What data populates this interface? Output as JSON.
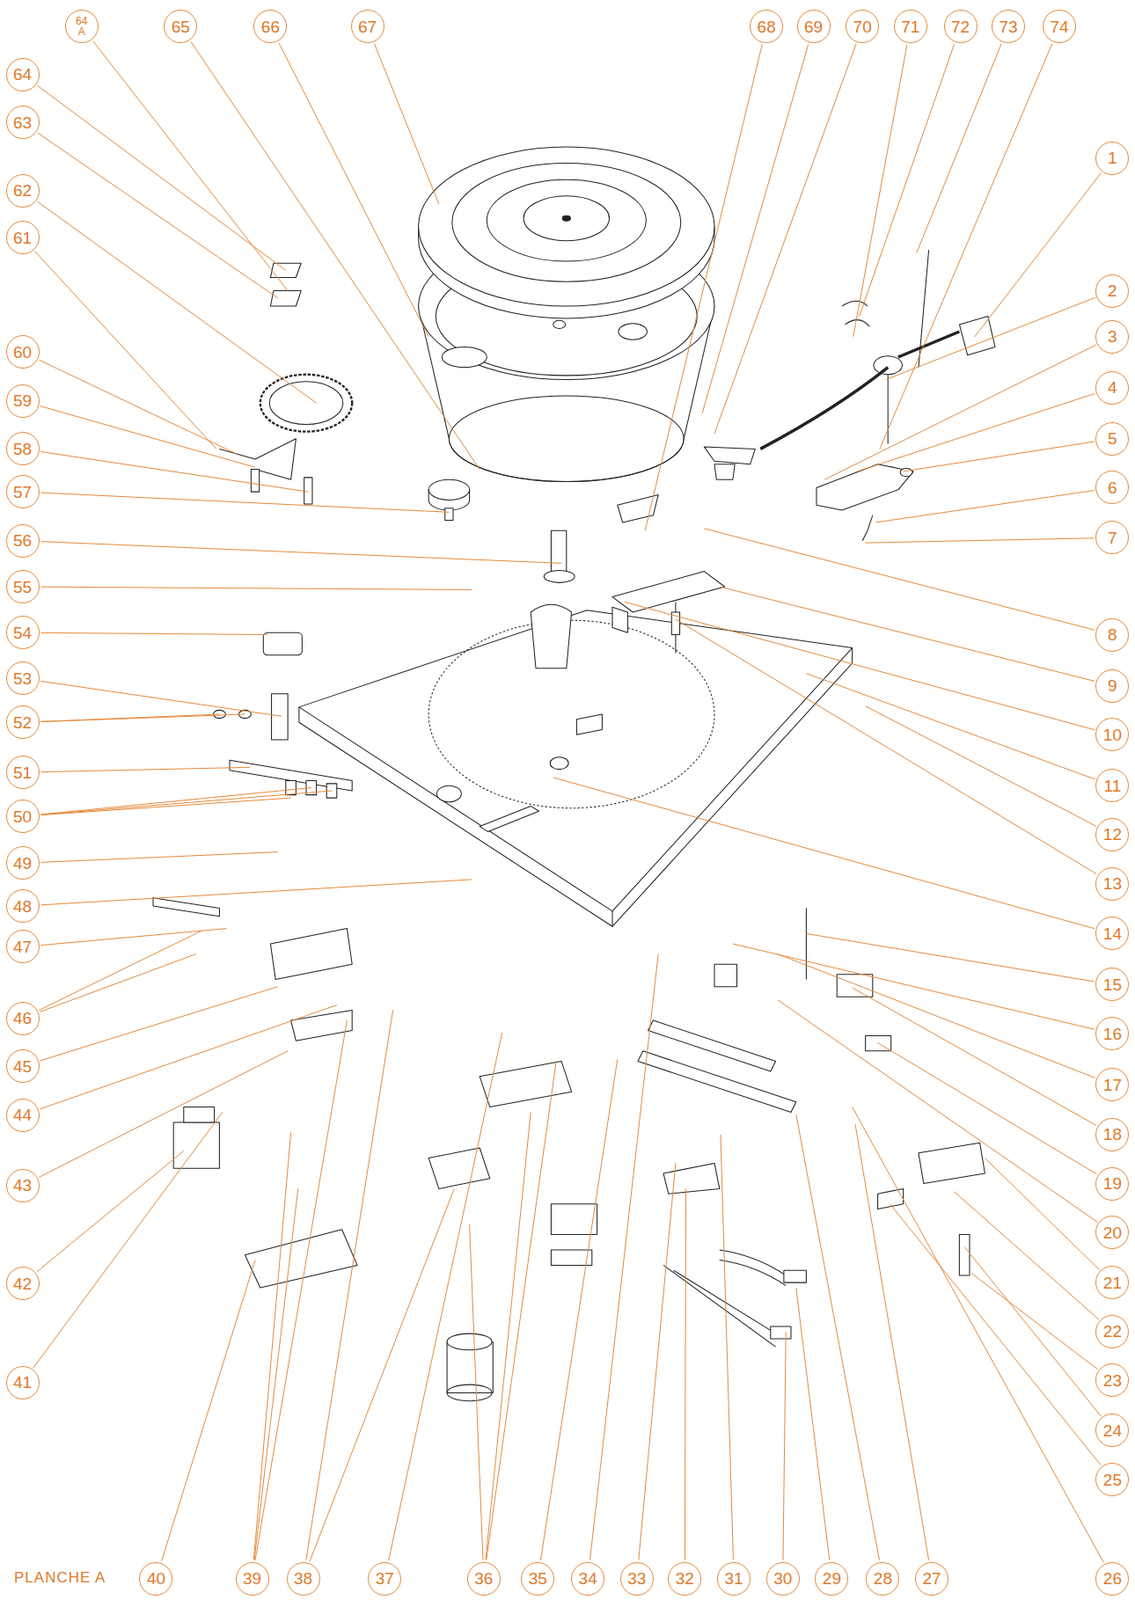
{
  "diagram": {
    "nodes": [
      {
        "text": [
          "1"
        ]
      },
      {
        "text": [
          "2"
        ]
      },
      {
        "text": [
          "3"
        ]
      },
      {
        "text": [
          "4"
        ]
      },
      {
        "text": [
          "5"
        ]
      },
      {
        "text": [
          "6"
        ]
      },
      {
        "text": [
          "7"
        ]
      },
      {
        "text": [
          "8"
        ]
      },
      {
        "text": [
          "9"
        ]
      },
      {
        "text": [
          "10"
        ]
      },
      {
        "text": [
          "11"
        ]
      },
      {
        "text": [
          "12"
        ]
      },
      {
        "text": [
          "13"
        ]
      },
      {
        "text": [
          "14"
        ]
      },
      {
        "text": [
          "15"
        ]
      },
      {
        "text": [
          "16"
        ]
      },
      {
        "text": [
          "17"
        ]
      },
      {
        "text": [
          "18"
        ]
      },
      {
        "text": [
          "19"
        ]
      },
      {
        "text": [
          "20"
        ]
      },
      {
        "text": [
          "21"
        ]
      },
      {
        "text": [
          "22"
        ]
      },
      {
        "text": [
          "23"
        ]
      },
      {
        "text": [
          "24"
        ]
      },
      {
        "text": [
          "25"
        ]
      },
      {
        "text": [
          "26"
        ]
      },
      {
        "text": [
          "27"
        ]
      },
      {
        "text": [
          "28"
        ]
      },
      {
        "text": [
          "29"
        ]
      },
      {
        "text": [
          "30"
        ]
      },
      {
        "text": [
          "31"
        ]
      },
      {
        "text": [
          "32"
        ]
      },
      {
        "text": [
          "33"
        ]
      },
      {
        "text": [
          "34"
        ]
      },
      {
        "text": [
          "35"
        ]
      },
      {
        "text": [
          "36"
        ]
      },
      {
        "text": [
          "37"
        ]
      },
      {
        "text": [
          "38"
        ]
      },
      {
        "text": [
          "39"
        ]
      },
      {
        "text": [
          "40"
        ]
      },
      {
        "text": [
          "41"
        ]
      },
      {
        "text": [
          "42"
        ]
      },
      {
        "text": [
          "43"
        ]
      },
      {
        "text": [
          "44"
        ]
      },
      {
        "text": [
          "45"
        ]
      },
      {
        "text": [
          "46"
        ]
      },
      {
        "text": [
          "47"
        ]
      },
      {
        "text": [
          "48"
        ]
      },
      {
        "text": [
          "49"
        ]
      },
      {
        "text": [
          "50"
        ]
      },
      {
        "text": [
          "51"
        ]
      },
      {
        "text": [
          "52"
        ]
      },
      {
        "text": [
          "53"
        ]
      },
      {
        "text": [
          "54"
        ]
      },
      {
        "text": [
          "55"
        ]
      },
      {
        "text": [
          "56"
        ]
      },
      {
        "text": [
          "57"
        ]
      },
      {
        "text": [
          "58"
        ]
      },
      {
        "text": [
          "59"
        ]
      },
      {
        "text": [
          "60"
        ]
      },
      {
        "text": [
          "61"
        ]
      },
      {
        "text": [
          "62"
        ]
      },
      {
        "text": [
          "63"
        ]
      },
      {
        "text": [
          "64"
        ]
      },
      {
        "text": [
          "64 A"
        ]
      },
      {
        "text": [
          "65"
        ]
      },
      {
        "text": [
          "66"
        ]
      },
      {
        "text": [
          "67"
        ]
      },
      {
        "text": [
          "68"
        ]
      },
      {
        "text": [
          "69"
        ]
      },
      {
        "text": [
          "70"
        ]
      },
      {
        "text": [
          "71"
        ]
      },
      {
        "text": [
          "72"
        ]
      },
      {
        "text": [
          "73"
        ]
      },
      {
        "text": [
          "74"
        ]
      }
    ],
    "labels": [
      "PLANCHE A"
    ]
  }
}
